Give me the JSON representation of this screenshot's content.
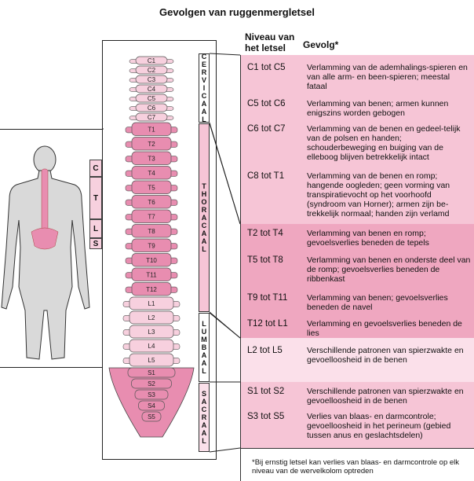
{
  "title": "Gevolgen van ruggenmergletsel",
  "colors": {
    "spine_pink": "#e88db0",
    "spine_light": "#f7d0de",
    "row_light": "#fbe0ea",
    "row_mid": "#f6c5d6",
    "row_dark": "#efa7c0",
    "line": "#222222"
  },
  "figure_labels": [
    "C",
    "T",
    "L",
    "S"
  ],
  "regions": [
    {
      "name": "cervicaal",
      "letters": [
        "C",
        "E",
        "R",
        "V",
        "I",
        "C",
        "A",
        "A",
        "L"
      ]
    },
    {
      "name": "thoracaal",
      "letters": [
        "T",
        "H",
        "O",
        "R",
        "A",
        "C",
        "A",
        "A",
        "L"
      ]
    },
    {
      "name": "lumbaal",
      "letters": [
        "L",
        "U",
        "M",
        "B",
        "A",
        "A",
        "L"
      ]
    },
    {
      "name": "sacraal",
      "letters": [
        "S",
        "A",
        "C",
        "R",
        "A",
        "A",
        "L"
      ]
    }
  ],
  "vertebrae": [
    "C1",
    "C2",
    "C3",
    "C4",
    "C5",
    "C6",
    "C7",
    "T1",
    "T2",
    "T3",
    "T4",
    "T5",
    "T6",
    "T7",
    "T8",
    "T9",
    "T10",
    "T11",
    "T12",
    "L1",
    "L2",
    "L3",
    "L4",
    "L5",
    "S1",
    "S2",
    "S3",
    "S4",
    "S5"
  ],
  "table": {
    "header_level": "Niveau van het letsel",
    "header_effect": "Gevolg*",
    "rows": [
      {
        "level": "C1 tot C5",
        "effect": "Verlamming van de ademhalings-spieren en van alle arm- en been-spieren; meestal fataal"
      },
      {
        "level": "C5 tot C6",
        "effect": "Verlamming van benen; armen kunnen enigszins worden gebogen"
      },
      {
        "level": "C6 tot C7",
        "effect": "Verlamming van de benen en gedeel-telijk van de polsen en handen; schouderbeweging en buiging van de elleboog blijven betrekkelijk intact"
      },
      {
        "level": "C8 tot T1",
        "effect": "Verlamming van de benen en romp; hangende oogleden; geen vorming van transpiratievocht op het voorhoofd (syndroom van Horner); armen zijn be-trekkelijk normaal; handen zijn verlamd"
      },
      {
        "level": "T2 tot T4",
        "effect": "Verlamming van benen en romp; gevoelsverlies beneden de tepels"
      },
      {
        "level": "T5 tot T8",
        "effect": "Verlamming van benen en onderste deel van de romp; gevoelsverlies beneden de ribbenkast"
      },
      {
        "level": "T9 tot T11",
        "effect": "Verlamming van benen; gevoelsverlies beneden de navel"
      },
      {
        "level": "T12 tot L1",
        "effect": "Verlamming en gevoelsverlies beneden de lies"
      },
      {
        "level": "L2 tot L5",
        "effect": "Verschillende patronen van spierzwakte en gevoelloosheid in de benen"
      },
      {
        "level": "S1 tot S2",
        "effect": "Verschillende patronen van spierzwakte en gevoelloosheid in de benen"
      },
      {
        "level": "S3 tot S5",
        "effect": "Verlies van blaas- en darmcontrole; gevoelloosheid in het perineum (gebied tussen anus en geslachtsdelen)"
      }
    ]
  },
  "footnote": "*Bij ernstig letsel kan verlies van blaas- en darmcontrole op elk niveau van de wervelkolom optreden"
}
